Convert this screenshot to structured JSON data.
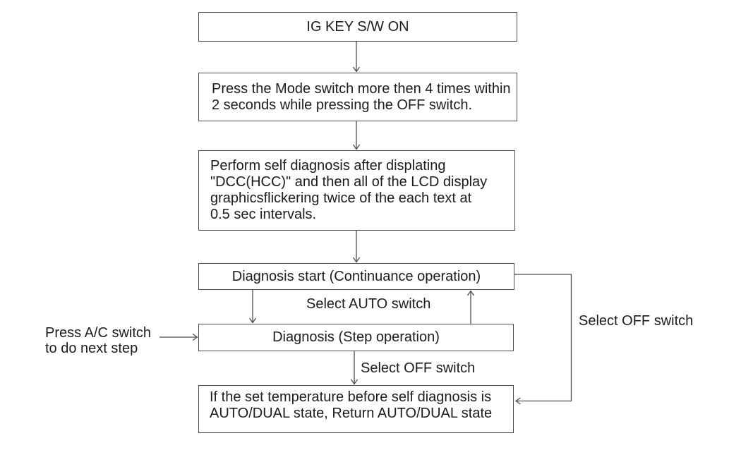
{
  "diagram": {
    "type": "flowchart",
    "title_hint": "A/C self diagnosis procedure flowchart",
    "colors": {
      "background": "#ffffff",
      "line": "#4e4e4e",
      "text": "#1c1c1c"
    },
    "boxes": [
      {
        "name": "ig-key-on",
        "lines": [
          "IG KEY S/W ON"
        ]
      },
      {
        "name": "press-mode-switch",
        "lines": [
          "Press the Mode switch more then 4 times within",
          "2 seconds while pressing the OFF switch."
        ]
      },
      {
        "name": "perform-self-diagnosis",
        "lines": [
          "Perform self diagnosis after displating",
          "\"DCC(HCC)\" and then all of the LCD display",
          "graphicsflickering twice of the each text at",
          "0.5 sec intervals."
        ]
      },
      {
        "name": "diagnosis-start",
        "lines": [
          "Diagnosis start (Continuance operation)"
        ]
      },
      {
        "name": "diagnosis-step",
        "lines": [
          "Diagnosis (Step operation)"
        ]
      },
      {
        "name": "return-auto-dual",
        "lines": [
          "If the set temperature before self diagnosis is",
          "AUTO/DUAL state, Return AUTO/DUAL state"
        ]
      }
    ],
    "labels": {
      "select_auto": "Select AUTO switch",
      "select_off_step": "Select OFF switch",
      "select_off_loop": "Select OFF switch",
      "press_ac_line1": "Press A/C switch",
      "press_ac_line2": "to do next step"
    }
  }
}
